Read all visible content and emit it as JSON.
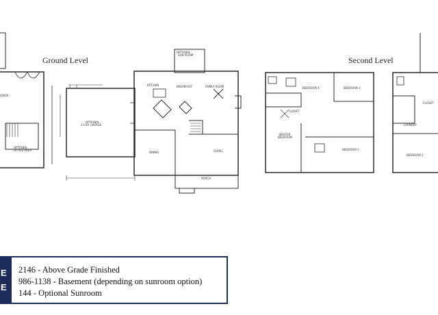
{
  "levels": {
    "ground": "Ground Level",
    "second": "Second Level"
  },
  "areas": [
    "2146 - Above Grade Finished",
    "986-1138 - Basement (depending on sunroom option)",
    "144 - Optional Sunroom"
  ],
  "stripe_letters": [
    "E",
    "E"
  ],
  "colors": {
    "stripe": "#1c2b5a",
    "lines": "#2a2a2a"
  }
}
